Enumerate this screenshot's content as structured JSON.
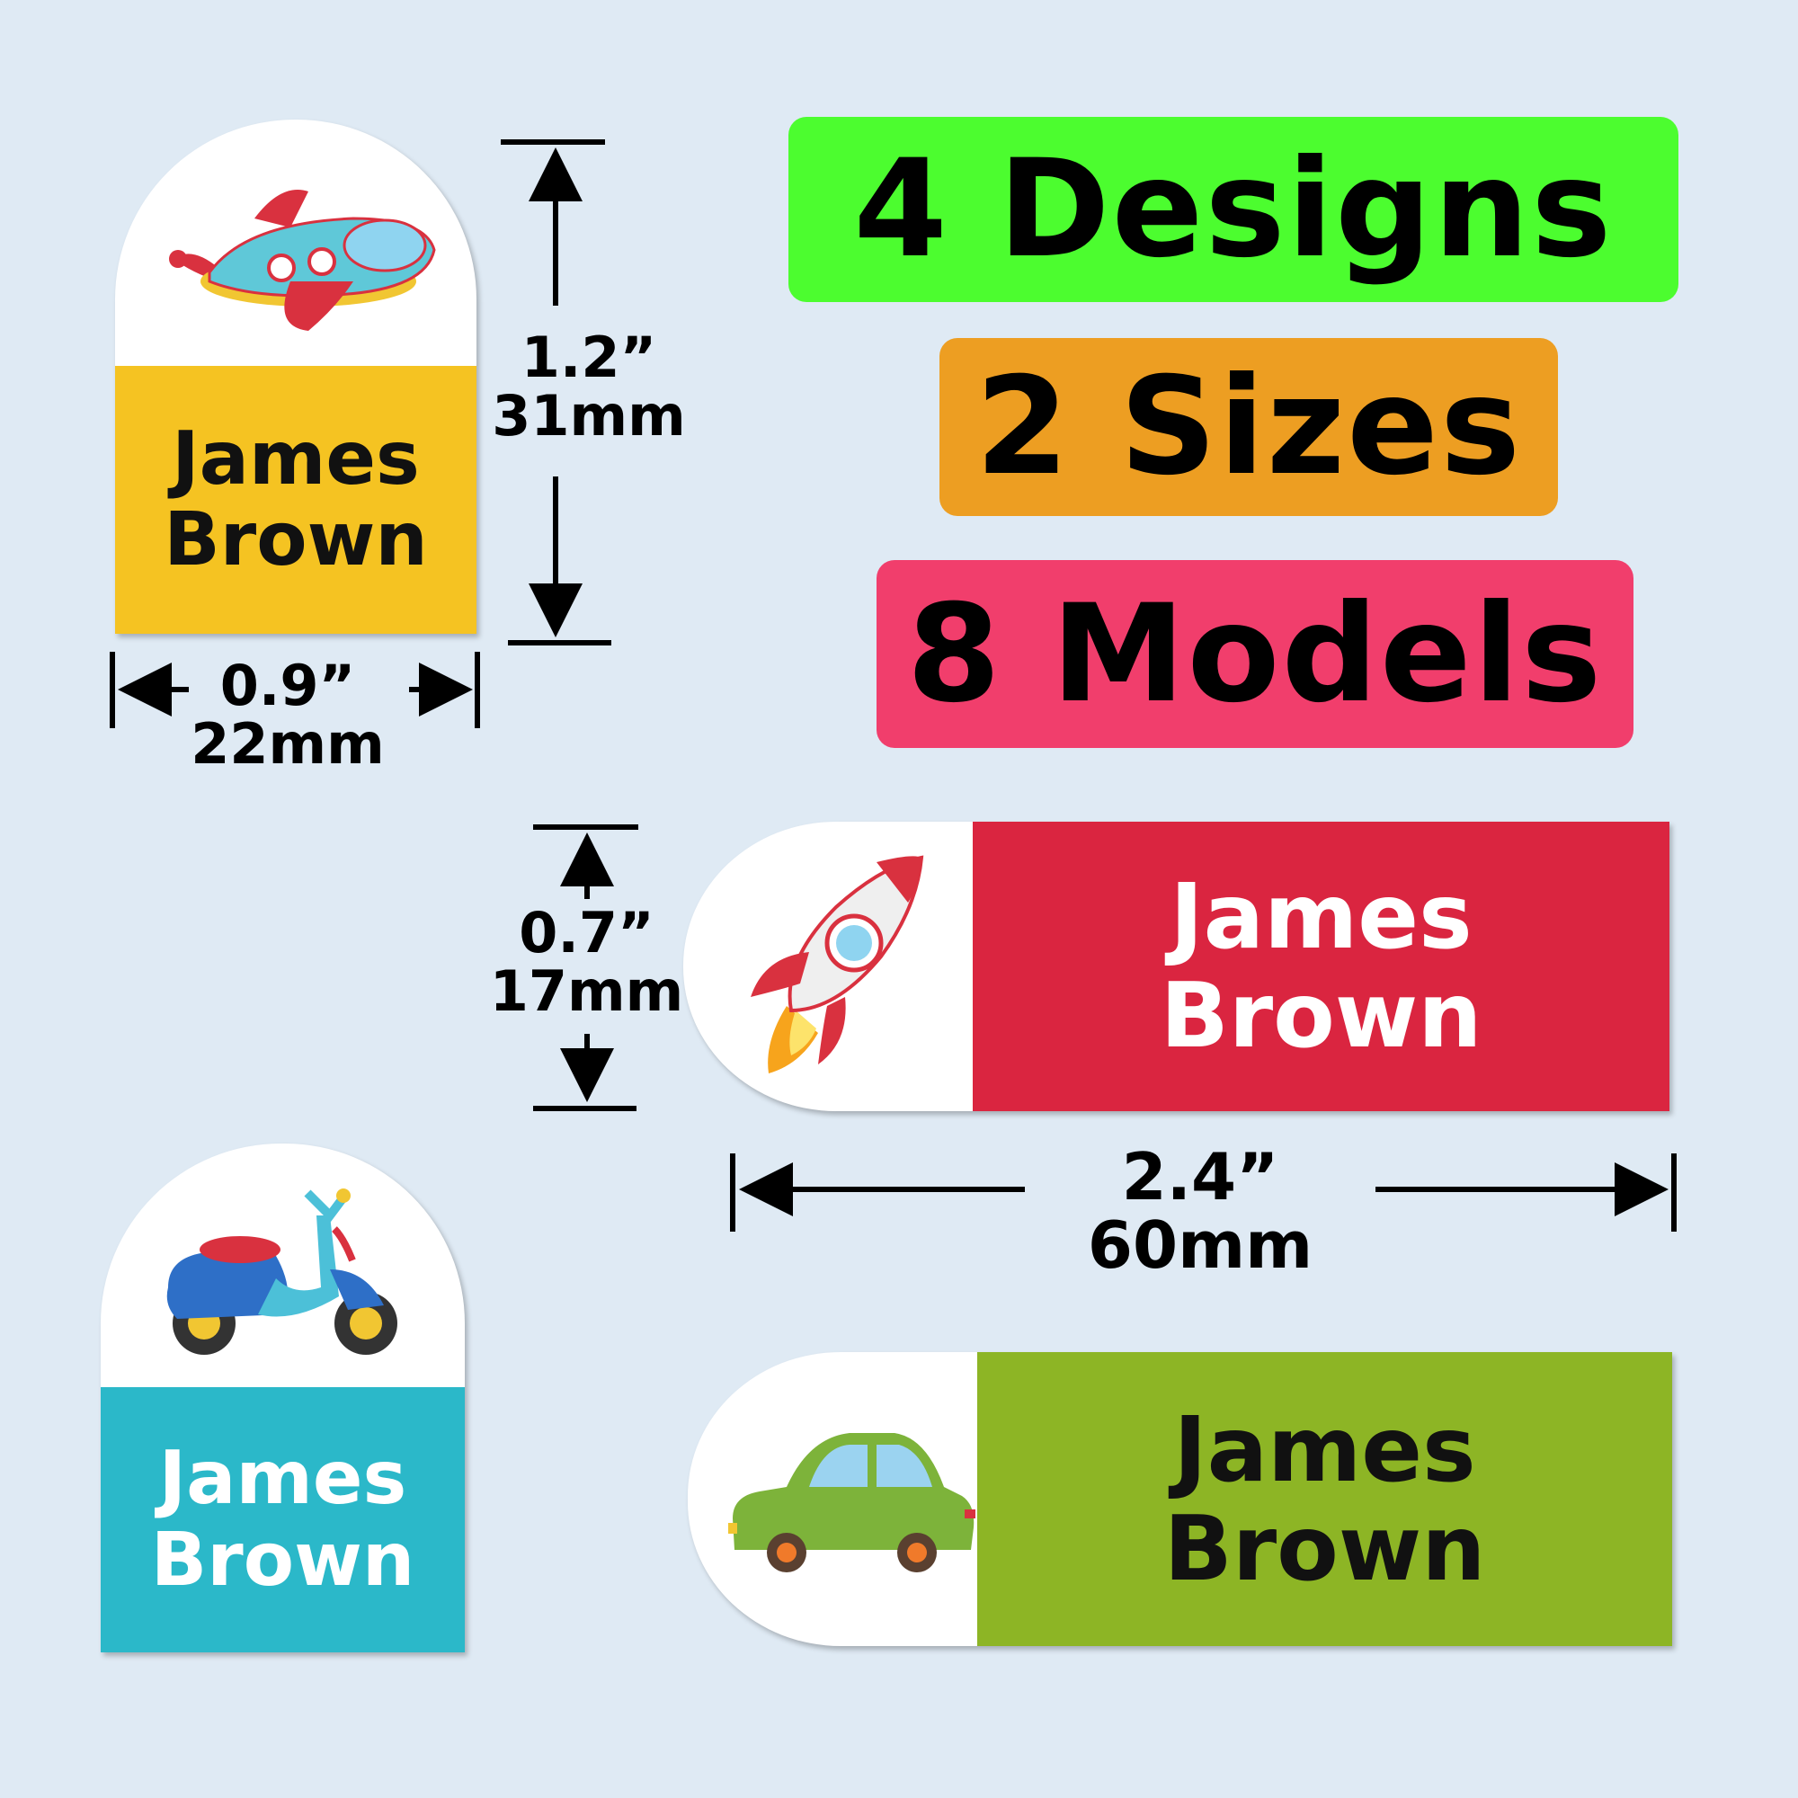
{
  "headline": {
    "designs": "4 Designs",
    "sizes": "2 Sizes",
    "models": "8 Models"
  },
  "labels": [
    {
      "name_line1": "James",
      "name_line2": "Brown",
      "icon": "airplane-icon",
      "color": "#f5c322",
      "text_color": "#111111"
    },
    {
      "name_line1": "James",
      "name_line2": "Brown",
      "icon": "rocket-icon",
      "color": "#da2540",
      "text_color": "#ffffff"
    },
    {
      "name_line1": "James",
      "name_line2": "Brown",
      "icon": "scooter-icon",
      "color": "#2bb8c9",
      "text_color": "#ffffff"
    },
    {
      "name_line1": "James",
      "name_line2": "Brown",
      "icon": "car-icon",
      "color": "#8db525",
      "text_color": "#111111"
    }
  ],
  "dimensions": {
    "small_height_in": "1.2”",
    "small_height_mm": "31mm",
    "small_width_in": "0.9”",
    "small_width_mm": "22mm",
    "large_height_in": "0.7”",
    "large_height_mm": "17mm",
    "large_width_in": "2.4”",
    "large_width_mm": "60mm"
  },
  "colors": {
    "background": "#dfeaf4",
    "designs_badge": "#4cfd2f",
    "sizes_badge": "#ed9e22",
    "models_badge": "#f13e6c"
  }
}
